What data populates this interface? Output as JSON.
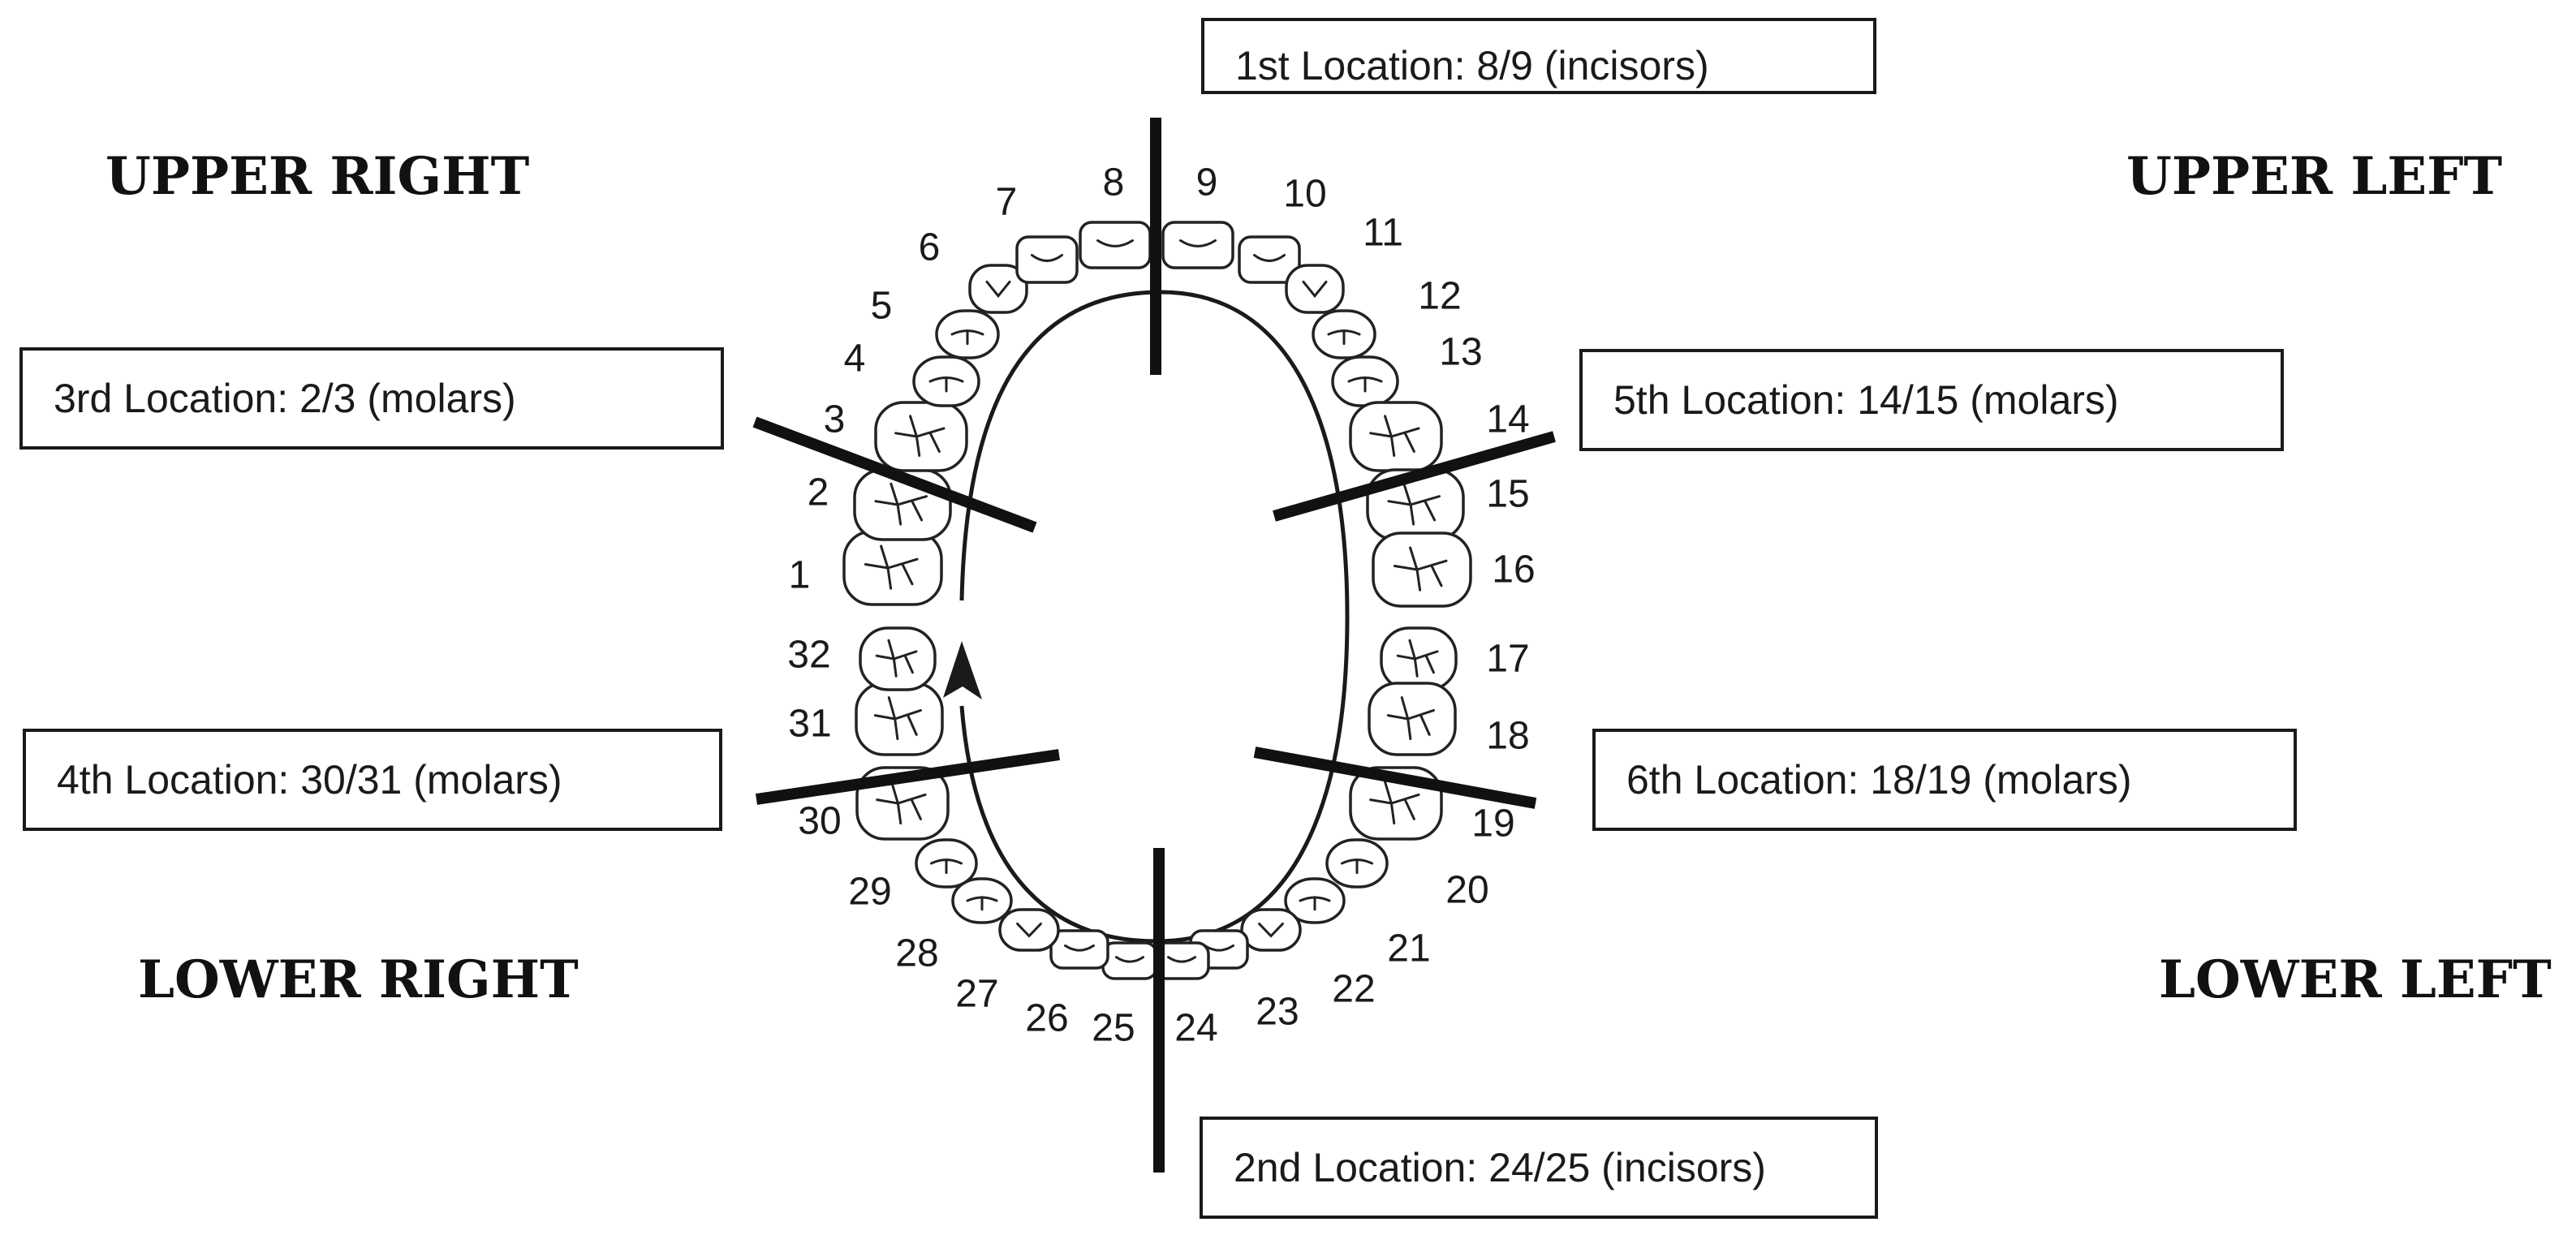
{
  "quadrants": {
    "upper_right": "UPPER RIGHT",
    "upper_left": "UPPER LEFT",
    "lower_right": "LOWER RIGHT",
    "lower_left": "LOWER LEFT"
  },
  "locations": {
    "first": "1st Location: 8/9 (incisors)",
    "second": "2nd Location: 24/25 (incisors)",
    "third": "3rd Location: 2/3 (molars)",
    "fourth": "4th Location: 30/31 (molars)",
    "fifth": "5th Location: 14/15 (molars)",
    "sixth": "6th Location: 18/19 (molars)"
  },
  "teeth": [
    "1",
    "2",
    "3",
    "4",
    "5",
    "6",
    "7",
    "8",
    "9",
    "10",
    "11",
    "12",
    "13",
    "14",
    "15",
    "16",
    "17",
    "18",
    "19",
    "20",
    "21",
    "22",
    "23",
    "24",
    "25",
    "26",
    "27",
    "28",
    "29",
    "30",
    "31",
    "32"
  ]
}
